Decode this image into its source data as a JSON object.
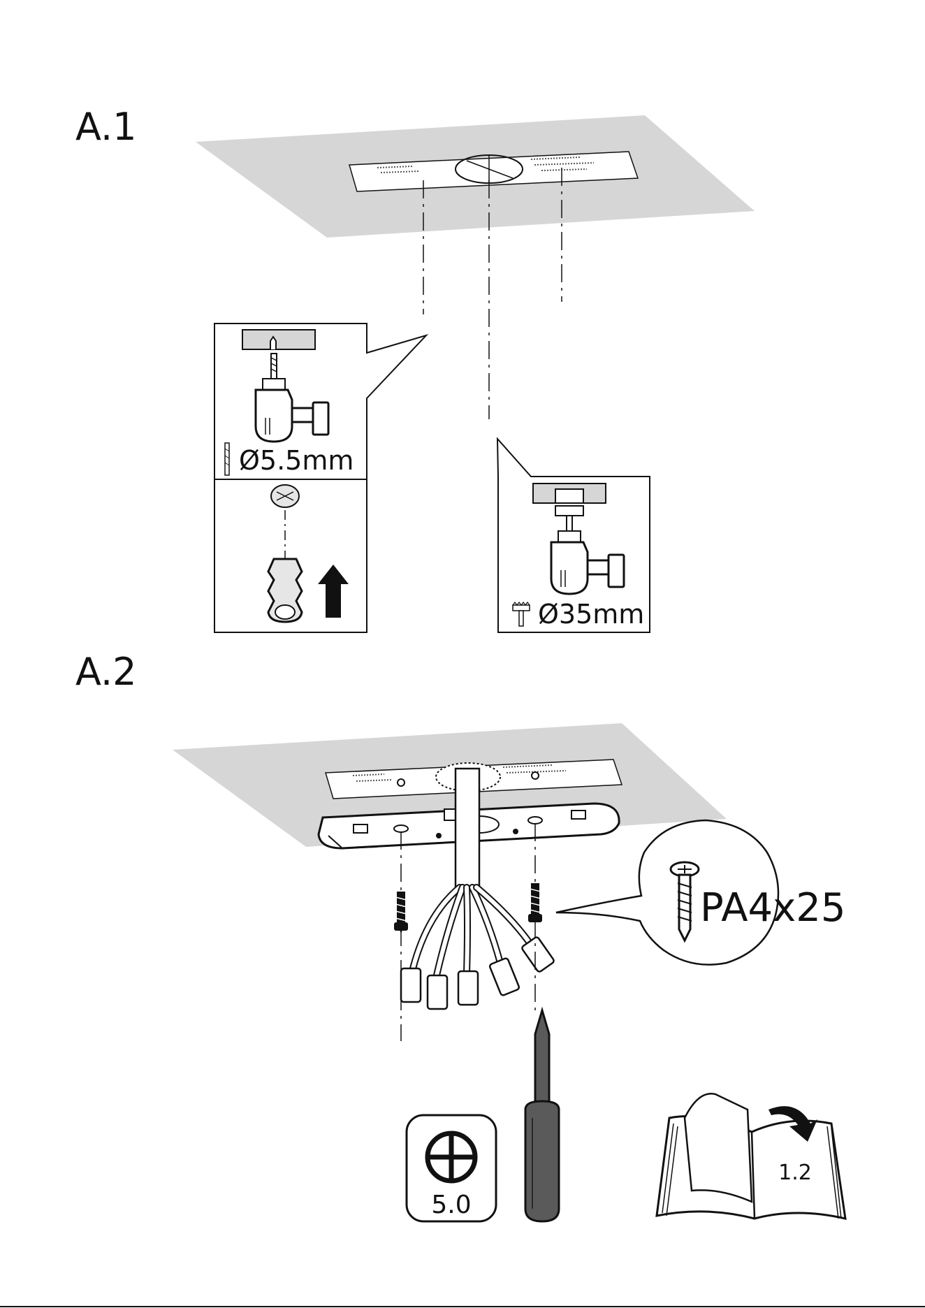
{
  "steps": [
    {
      "id": "A.1",
      "label": "A.1"
    },
    {
      "id": "A.2",
      "label": "A.2"
    }
  ],
  "a1": {
    "drill_small_label": "Ø5.5mm",
    "hole_saw_label": "Ø35mm"
  },
  "a2": {
    "screw_label": "PA4x25",
    "screwdriver_size": "5.0",
    "manual_page": "1.2"
  },
  "colors": {
    "ceiling": "#d6d6d6",
    "line": "#111111",
    "tool_fill": "#5a5a5a",
    "plug_fill": "#e6e6e6"
  }
}
